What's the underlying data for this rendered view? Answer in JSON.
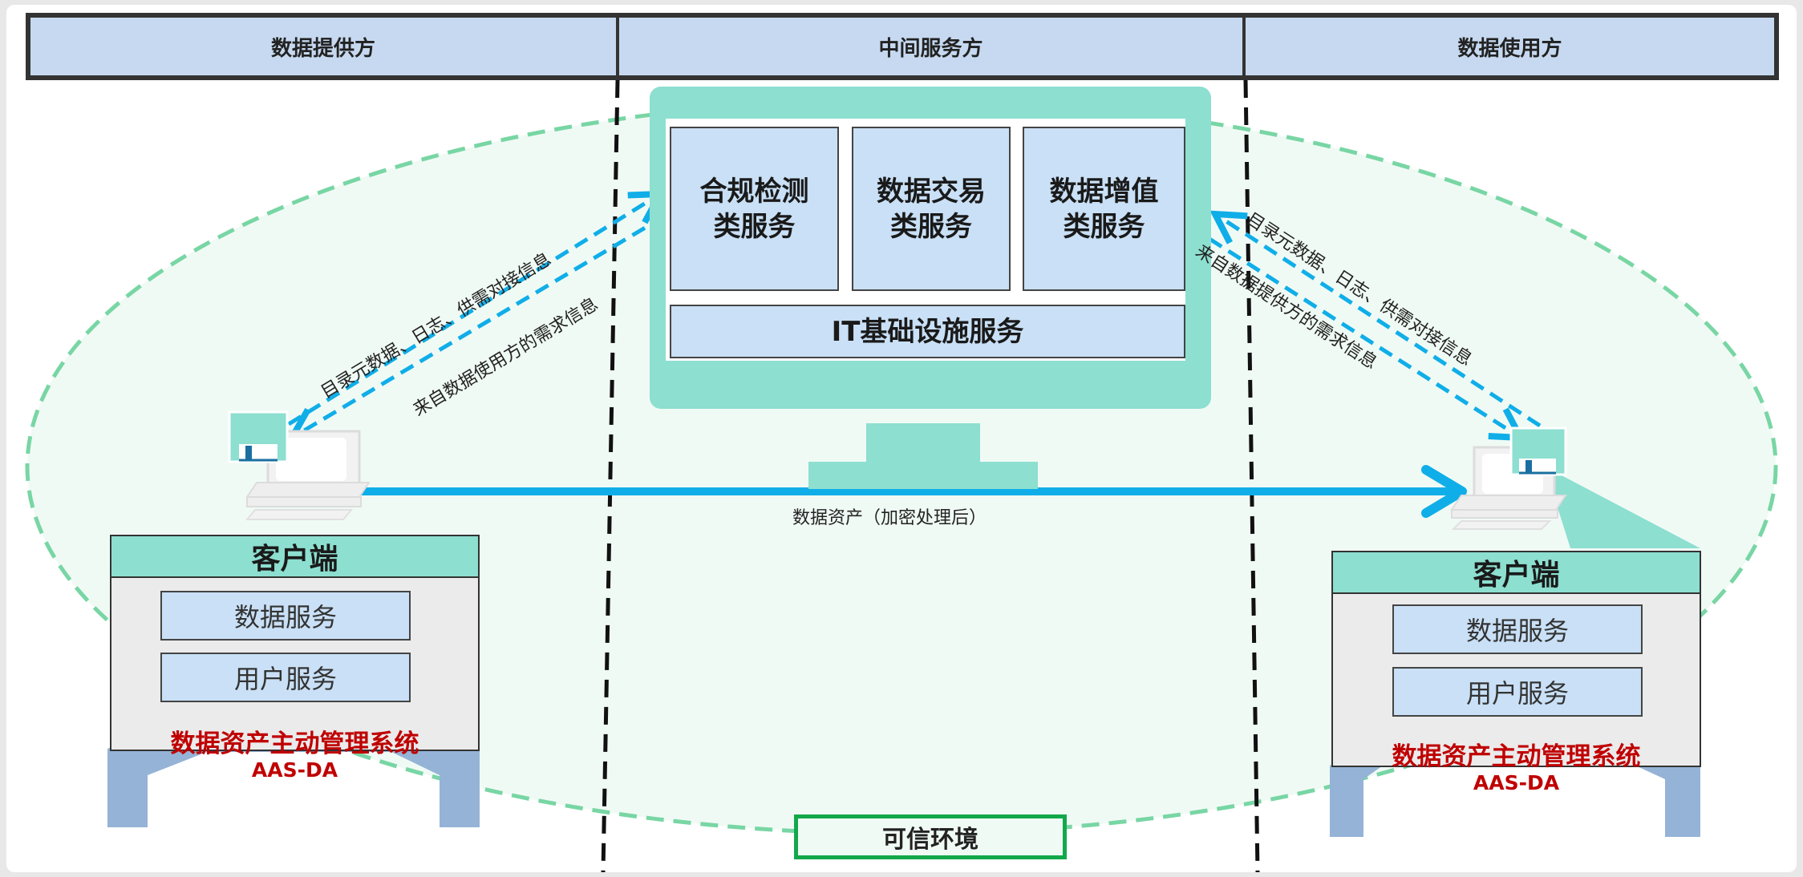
{
  "header": {
    "columns": [
      "数据提供方",
      "中间服务方",
      "数据使用方"
    ]
  },
  "platform": {
    "services": [
      {
        "line1": "合规检测",
        "line2": "类服务"
      },
      {
        "line1": "数据交易",
        "line2": "类服务"
      },
      {
        "line1": "数据增值",
        "line2": "类服务"
      }
    ],
    "infrastructure": "IT基础设施服务"
  },
  "flows": {
    "left_upper": "目录元数据、日志、供需对接信息",
    "left_lower": "来自数据使用方的需求信息",
    "right_upper": "目录元数据、日志、供需对接信息",
    "right_lower": "来自数据提供方的需求信息",
    "asset_transfer": "数据资产（加密处理后）"
  },
  "clients": {
    "provider": {
      "title": "客户端",
      "items": [
        "数据服务",
        "用户服务"
      ],
      "system_name": "数据资产主动管理系统",
      "system_code": "AAS-DA"
    },
    "consumer": {
      "title": "客户端",
      "items": [
        "数据服务",
        "用户服务"
      ],
      "system_name": "数据资产主动管理系统",
      "system_code": "AAS-DA"
    }
  },
  "environment": {
    "label": "可信环境"
  },
  "colors": {
    "header_fill": "#c6d9f0",
    "teal": "#8ddfd0",
    "service_fill": "#c9e0f6",
    "flow_blue": "#10aee8",
    "ellipse_green": "#78d6a4",
    "system_red": "#c00000",
    "system_base": "#95b3d7",
    "trusted_green": "#12a84a"
  }
}
